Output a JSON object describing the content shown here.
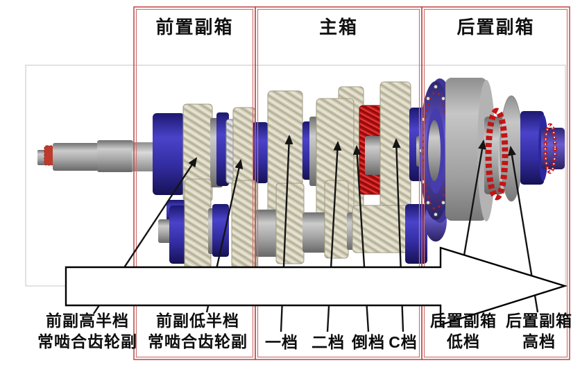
{
  "sections": [
    {
      "label": "前置副箱"
    },
    {
      "label": "主箱"
    },
    {
      "label": "后置副箱"
    }
  ],
  "part_labels": [
    {
      "line1": "前副高半档",
      "line2": "常啮合齿轮副"
    },
    {
      "line1": "前副低半档",
      "line2": "常啮合齿轮副"
    },
    {
      "line1": "一档"
    },
    {
      "line1": "二档"
    },
    {
      "line1": "倒档"
    },
    {
      "line1": "C档"
    },
    {
      "line1": "后置副箱",
      "line2": "低档"
    },
    {
      "line1": "后置副箱",
      "line2": "高档"
    }
  ],
  "colors": {
    "frame_red": "#c0504d",
    "gear_beige": "#d8d4c0",
    "part_blue": "#3a35ae",
    "part_purple": "#5a4cb4",
    "part_red": "#c41414",
    "shaft_gray": "#9c9c9c",
    "arrow_fill": "#ffffff",
    "line_black": "#141414"
  }
}
